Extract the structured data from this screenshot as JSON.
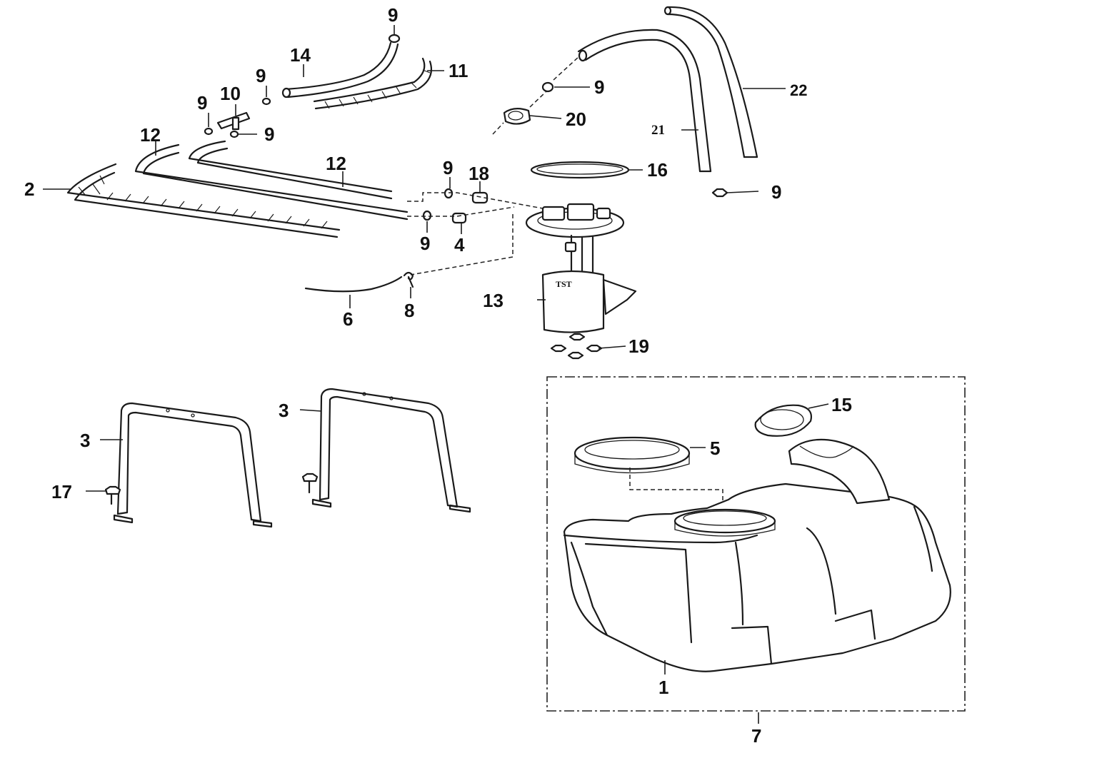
{
  "callouts": {
    "c1": "1",
    "c2": "2",
    "c3a": "3",
    "c3b": "3",
    "c4": "4",
    "c5": "5",
    "c6": "6",
    "c7": "7",
    "c8": "8",
    "c9a": "9",
    "c9b": "9",
    "c9c": "9",
    "c9d": "9",
    "c9e": "9",
    "c9f": "9",
    "c9g": "9",
    "c9h": "9",
    "c10": "10",
    "c11": "11",
    "c12a": "12",
    "c12b": "12",
    "c13": "13",
    "c14": "14",
    "c15": "15",
    "c16": "16",
    "c17": "17",
    "c18": "18",
    "c19": "19",
    "c20": "20",
    "c21": "21",
    "c22": "22"
  },
  "pump_label": "TST"
}
